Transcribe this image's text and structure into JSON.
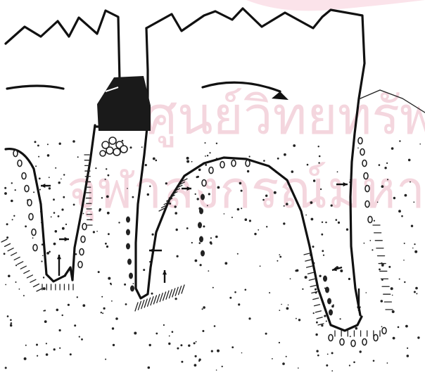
{
  "watermark": {
    "line1": "ศูนย์วิทยทรัพยากร",
    "line2": "จุฬาลงกรณ์มหาวิทยาลัย",
    "color": "#f4d6de"
  },
  "diagram": {
    "subject": "orthodontic tooth movement - bone remodeling around roots",
    "ink_color": "#111111",
    "icons": [
      "large-arrow-icon",
      "small-arrow-icon"
    ]
  }
}
